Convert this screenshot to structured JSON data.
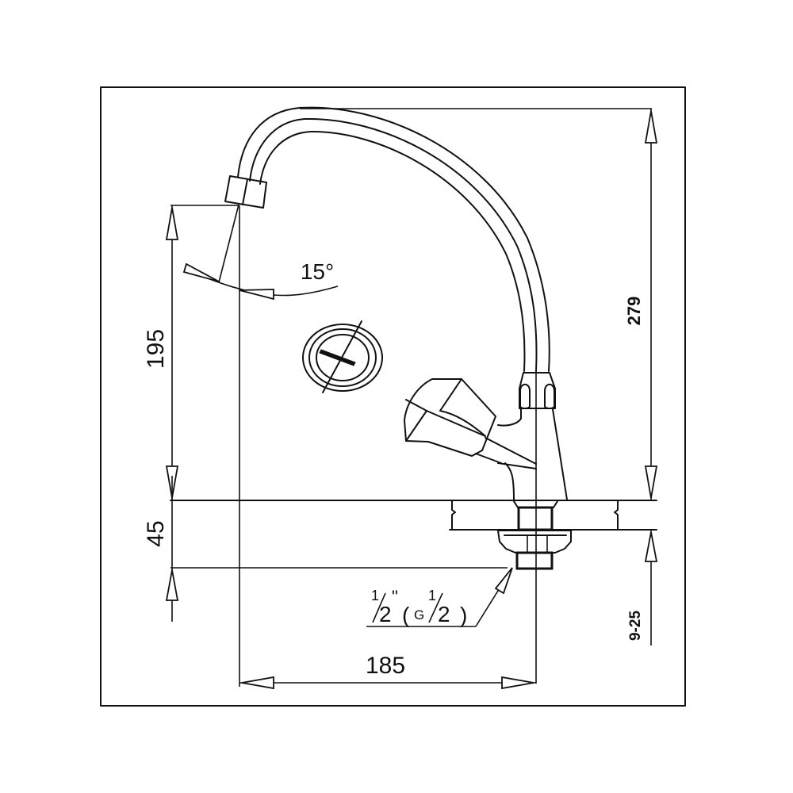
{
  "drawing": {
    "subject": "Single-lever kitchen faucet, technical dimension drawing",
    "colors": {
      "line": "#111111",
      "background": "#ffffff"
    },
    "dimensions": {
      "spout_height": {
        "value": "279",
        "orientation": "vertical"
      },
      "spout_outlet_height": {
        "value": "195",
        "orientation": "vertical"
      },
      "deck_to_connector": {
        "value": "45",
        "orientation": "vertical"
      },
      "deck_thickness_range": {
        "value": "9-25",
        "orientation": "vertical"
      },
      "spout_reach": {
        "value": "185",
        "orientation": "horizontal"
      },
      "swivel_angle": {
        "value": "15°"
      }
    },
    "thread_callout": {
      "fraction_top": "1",
      "fraction_bottom": "2",
      "inch_mark": "\"",
      "paren_open": "(",
      "g_label": "G",
      "g_fraction_top": "1",
      "g_fraction_bottom": "2",
      "paren_close": ")"
    }
  }
}
